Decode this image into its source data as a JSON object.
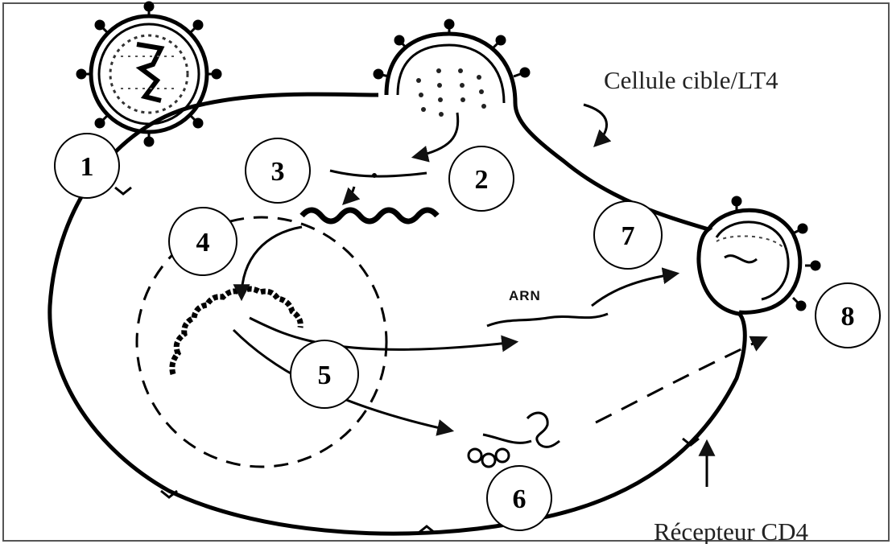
{
  "labels": {
    "target_cell": "Cellule cible/LT4",
    "receptor": "Récepteur CD4",
    "rna": "ARN"
  },
  "steps": [
    "1",
    "2",
    "3",
    "4",
    "5",
    "6",
    "7",
    "8"
  ]
}
